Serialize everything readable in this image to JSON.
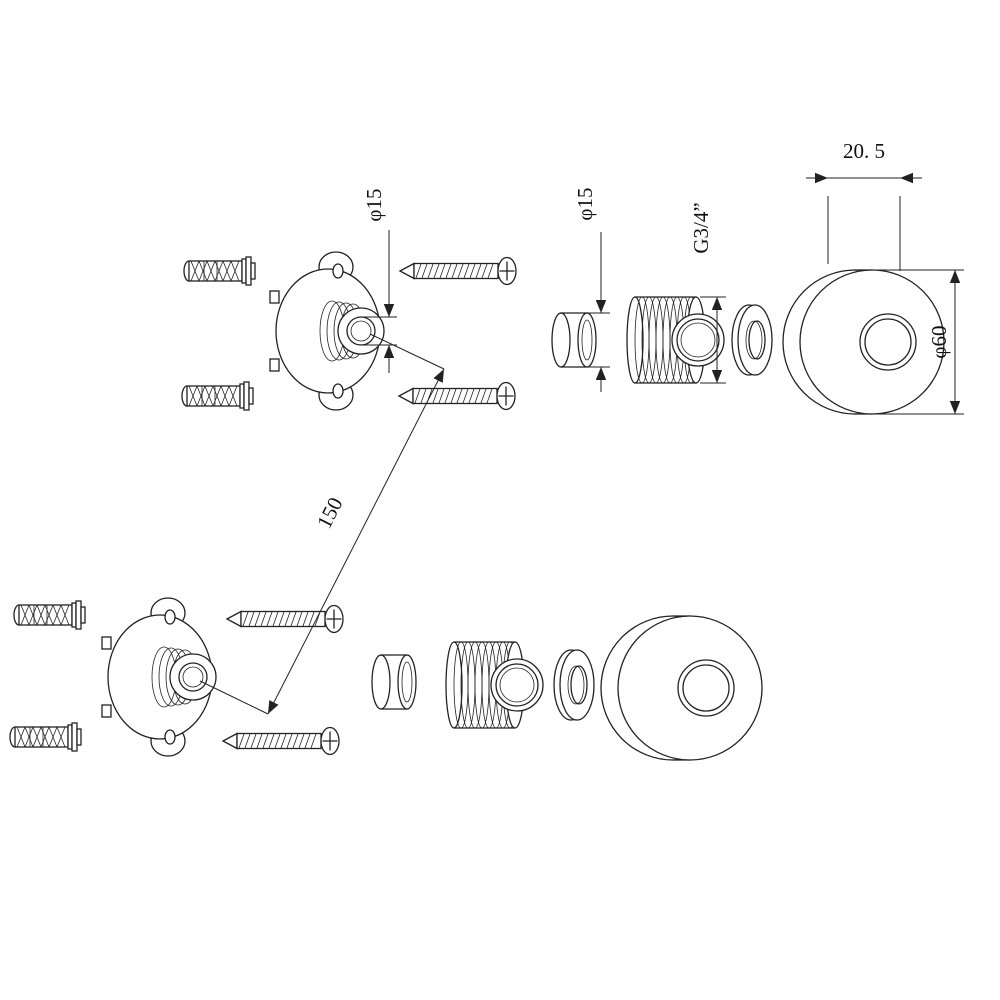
{
  "diagram": {
    "type": "exploded-installation-drawing",
    "dimensions": {
      "cover_depth": "20. 5",
      "flange_bore": "φ15",
      "cap_diameter": "φ15",
      "thread_size": "G3/4”",
      "cover_diameter": "φ60",
      "center_distance": "150"
    }
  }
}
